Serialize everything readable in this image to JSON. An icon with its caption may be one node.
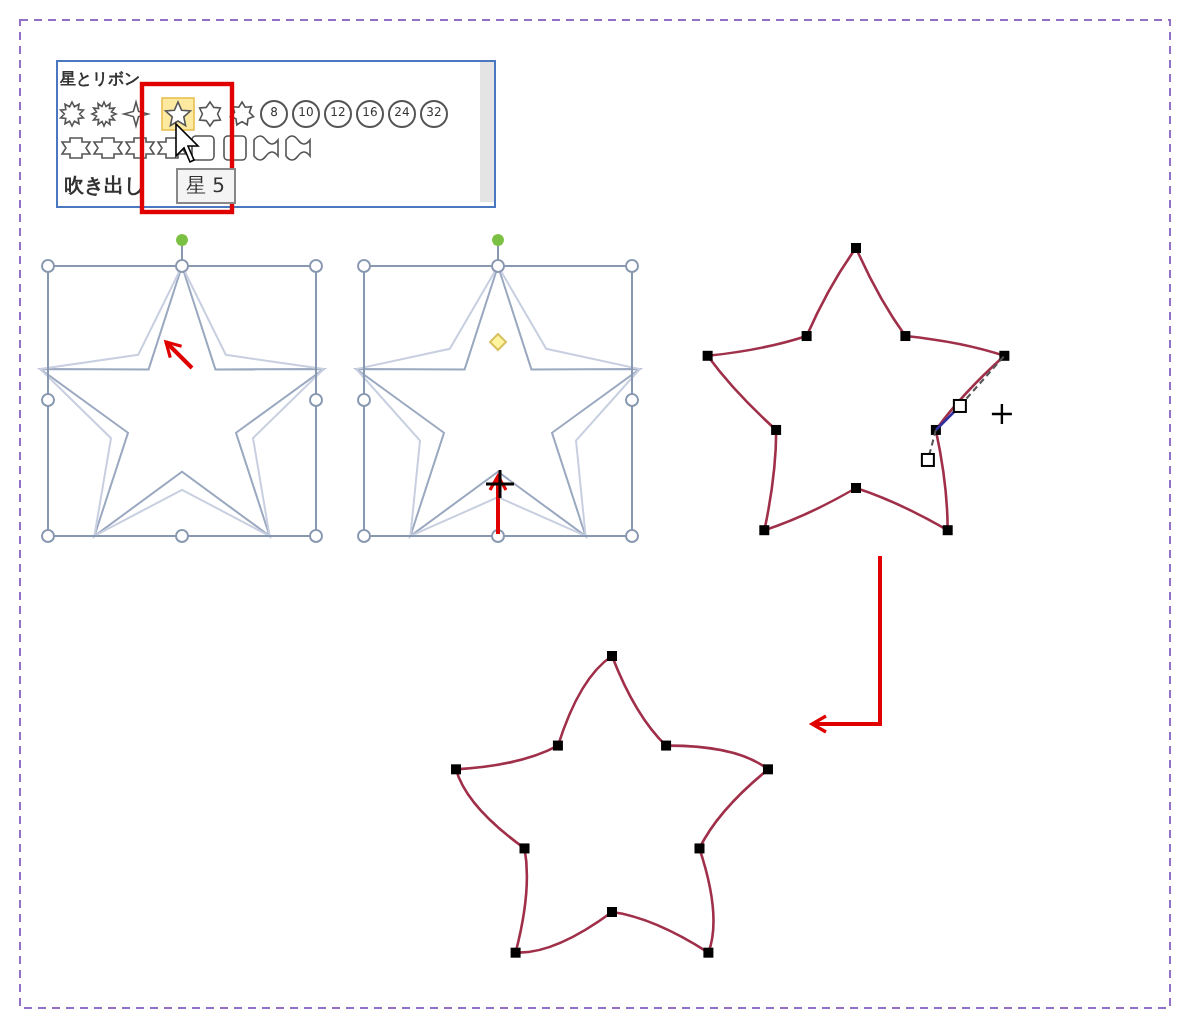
{
  "diagram": {
    "nodes": [
      {
        "text": [],
        "shape": "picture"
      },
      {
        "text": [],
        "shape": "picture"
      }
    ],
    "edges": [
      {
        "from": 0,
        "to": 1,
        "arrow": "to"
      }
    ],
    "labels": [
      "星とリボン",
      "8",
      "10",
      "12",
      "16",
      "24",
      "32",
      "吹き出し",
      "星 5"
    ]
  }
}
